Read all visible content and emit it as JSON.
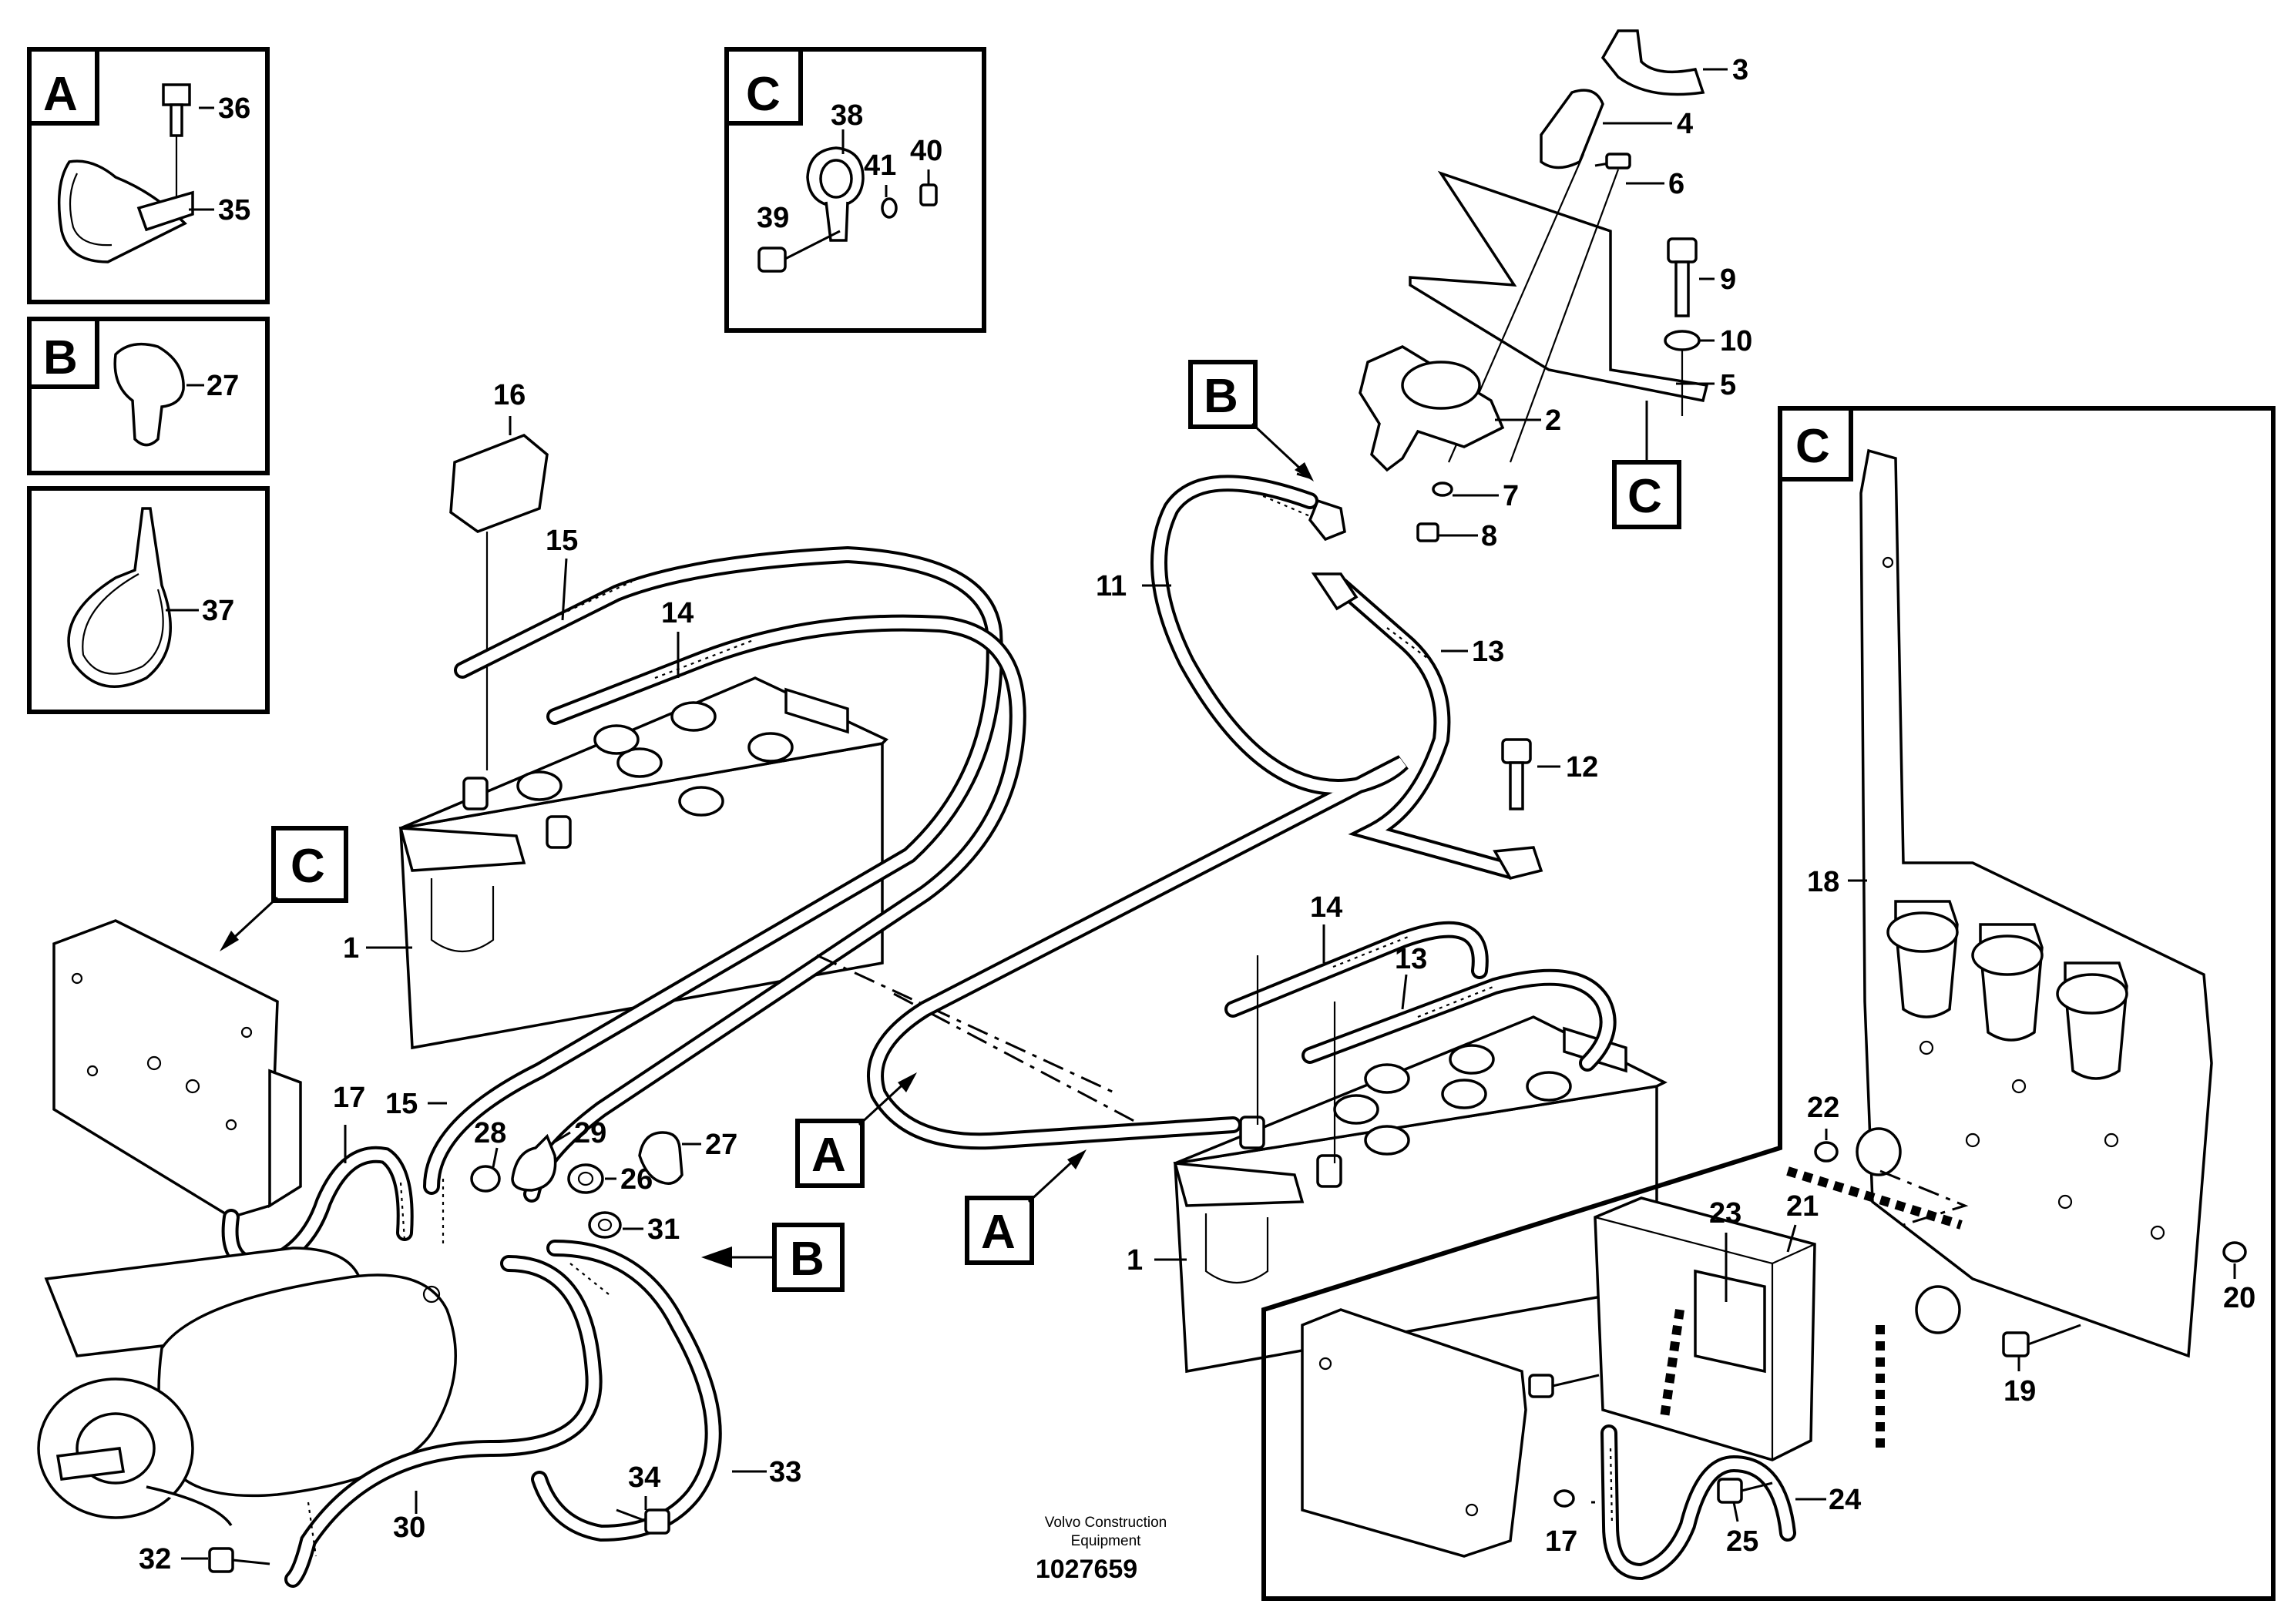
{
  "callouts": {
    "c1": "1",
    "c2": "2",
    "c3": "3",
    "c4": "4",
    "c5": "5",
    "c6": "6",
    "c7": "7",
    "c8": "8",
    "c9": "9",
    "c10": "10",
    "c11": "11",
    "c12": "12",
    "c13": "13",
    "c14": "14",
    "c15": "15",
    "c16": "16",
    "c17": "17",
    "c18": "18",
    "c19": "19",
    "c20": "20",
    "c21": "21",
    "c22": "22",
    "c23": "23",
    "c24": "24",
    "c25": "25",
    "c26": "26",
    "c27": "27",
    "c28": "28",
    "c29": "29",
    "c30": "30",
    "c31": "31",
    "c32": "32",
    "c33": "33",
    "c34": "34",
    "c35": "35",
    "c36": "36",
    "c37": "37",
    "c38": "38",
    "c39": "39",
    "c40": "40",
    "c41": "41"
  },
  "detail_letters": {
    "a": "A",
    "b": "B",
    "c": "C"
  },
  "credit": {
    "line1": "Volvo Construction",
    "line2": "Equipment"
  },
  "reference_number": "1027659"
}
